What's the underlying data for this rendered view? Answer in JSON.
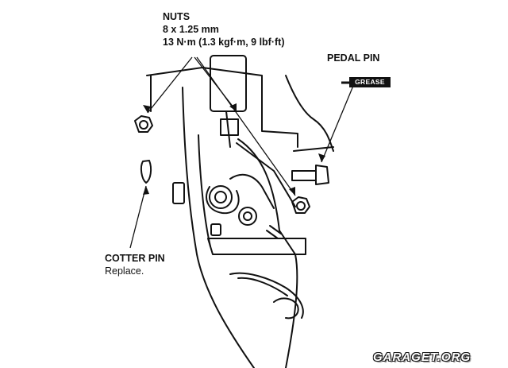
{
  "labels": {
    "nuts_title": "NUTS",
    "nuts_size": "8 x 1.25 mm",
    "nuts_torque": "13 N·m (1.3 kgf·m, 9 lbf·ft)",
    "pedal_pin": "PEDAL PIN",
    "grease": "GREASE",
    "cotter_pin": "COTTER PIN",
    "cotter_note": "Replace."
  },
  "watermark": "GARAGET.ORG"
}
